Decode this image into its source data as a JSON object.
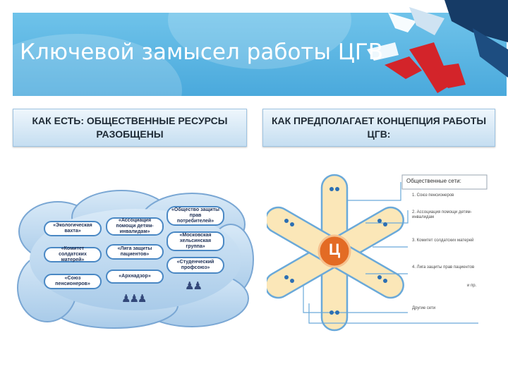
{
  "slide": {
    "title": "Ключевой замысел работы ЦГВ"
  },
  "columns": {
    "left_header": "КАК ЕСТЬ: ОБЩЕСТВЕННЫЕ РЕСУРСЫ РАЗОБЩЕНЫ",
    "right_header": "КАК ПРЕДПОЛАГАЕТ КОНЦЕПЦИЯ РАБОТЫ ЦГВ:"
  },
  "cloud": {
    "orgs": [
      {
        "label": "«Экологическая вахта»"
      },
      {
        "label": "«Комитет солдатских матерей»"
      },
      {
        "label": "«Союз пенсионеров»"
      },
      {
        "label": "«Ассоциация помощи детям-инвалидам»"
      },
      {
        "label": "«Лига защиты пациентов»"
      },
      {
        "label": "«Архнадзор»"
      },
      {
        "label": "«Общество защиты прав потребителей»"
      },
      {
        "label": "«Московская хельсинская группа»"
      },
      {
        "label": "«Студенческий профсоюз»"
      }
    ]
  },
  "diagram": {
    "center_label": "Ц",
    "panel_title": "Общественные сети:",
    "items": [
      {
        "text": "1. Союз пенсионеров"
      },
      {
        "text": "2. Ассоциация помощи детям-инвалидам"
      },
      {
        "text": "3. Комитет солдатских матерей"
      },
      {
        "text": "4. Лига защиты прав пациентов"
      },
      {
        "text": "и пр."
      },
      {
        "text": "Другие сети"
      }
    ]
  },
  "colors": {
    "banner": "#4aa9dc",
    "header_border": "#9fc4e2",
    "pill_border": "#4a88c4",
    "arm_fill": "#fbe7b8",
    "center": "#e36b24"
  },
  "icons": {
    "logo": "doves-logo",
    "people": "people-group-icon"
  }
}
